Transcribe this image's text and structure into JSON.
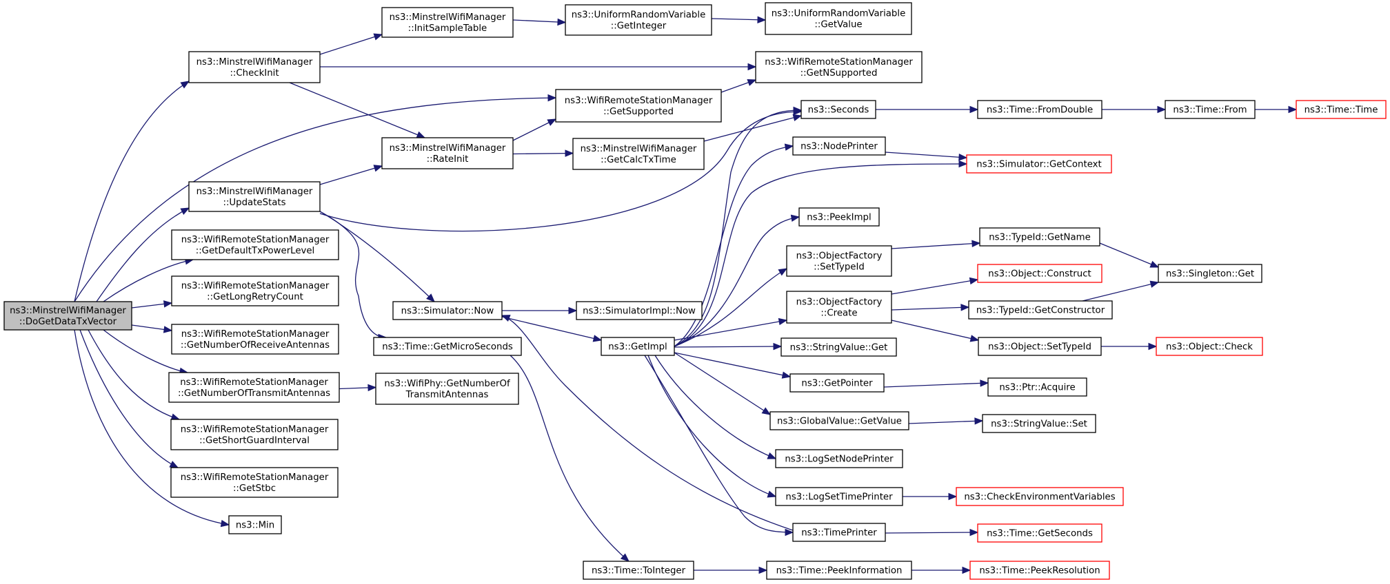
{
  "colors": {
    "edge": "#191970",
    "root_fill": "#bfbfbf",
    "node_border": "#000000",
    "incomplete_border": "#ff0000"
  },
  "nodes": {
    "root": {
      "lines": [
        "ns3::MinstrelWifiManager",
        "::DoGetDataTxVector"
      ],
      "style": "root"
    },
    "checkInit": {
      "lines": [
        "ns3::MinstrelWifiManager",
        "::CheckInit"
      ]
    },
    "updateStats": {
      "lines": [
        "ns3::MinstrelWifiManager",
        "::UpdateStats"
      ]
    },
    "getDefaultTxPowerLevel": {
      "lines": [
        "ns3::WifiRemoteStationManager",
        "::GetDefaultTxPowerLevel"
      ]
    },
    "getLongRetryCount": {
      "lines": [
        "ns3::WifiRemoteStationManager",
        "::GetLongRetryCount"
      ]
    },
    "getNumberOfReceiveAntennas": {
      "lines": [
        "ns3::WifiRemoteStationManager",
        "::GetNumberOfReceiveAntennas"
      ]
    },
    "getNumberOfTransmitAntennas": {
      "lines": [
        "ns3::WifiRemoteStationManager",
        "::GetNumberOfTransmitAntennas"
      ]
    },
    "getShortGuardInterval": {
      "lines": [
        "ns3::WifiRemoteStationManager",
        "::GetShortGuardInterval"
      ]
    },
    "getStbc": {
      "lines": [
        "ns3::WifiRemoteStationManager",
        "::GetStbc"
      ]
    },
    "min": {
      "lines": [
        "ns3::Min"
      ]
    },
    "initSampleTable": {
      "lines": [
        "ns3::MinstrelWifiManager",
        "::InitSampleTable"
      ]
    },
    "rateInit": {
      "lines": [
        "ns3::MinstrelWifiManager",
        "::RateInit"
      ]
    },
    "simulatorNow": {
      "lines": [
        "ns3::Simulator::Now"
      ]
    },
    "getMicroSeconds": {
      "lines": [
        "ns3::Time::GetMicroSeconds"
      ]
    },
    "phyGetNumberOfTransmitAntennas": {
      "lines": [
        "ns3::WifiPhy::GetNumberOf",
        "TransmitAntennas"
      ]
    },
    "uniformGetInteger": {
      "lines": [
        "ns3::UniformRandomVariable",
        "::GetInteger"
      ]
    },
    "getSupported": {
      "lines": [
        "ns3::WifiRemoteStationManager",
        "::GetSupported"
      ]
    },
    "getCalcTxTime": {
      "lines": [
        "ns3::MinstrelWifiManager",
        "::GetCalcTxTime"
      ]
    },
    "simulatorImplNow": {
      "lines": [
        "ns3::SimulatorImpl::Now"
      ]
    },
    "getImpl": {
      "lines": [
        "ns3::GetImpl"
      ]
    },
    "toInteger": {
      "lines": [
        "ns3::Time::ToInteger"
      ]
    },
    "uniformGetValue": {
      "lines": [
        "ns3::UniformRandomVariable",
        "::GetValue"
      ]
    },
    "getNSupported": {
      "lines": [
        "ns3::WifiRemoteStationManager",
        "::GetNSupported"
      ]
    },
    "seconds": {
      "lines": [
        "ns3::Seconds"
      ]
    },
    "nodePrinter": {
      "lines": [
        "ns3::NodePrinter"
      ]
    },
    "peekImpl": {
      "lines": [
        "ns3::PeekImpl"
      ]
    },
    "objectFactorySetTypeId": {
      "lines": [
        "ns3::ObjectFactory",
        "::SetTypeId"
      ]
    },
    "objectFactoryCreate": {
      "lines": [
        "ns3::ObjectFactory",
        "::Create"
      ]
    },
    "stringValueGet": {
      "lines": [
        "ns3::StringValue::Get"
      ]
    },
    "getPointer": {
      "lines": [
        "ns3::GetPointer"
      ]
    },
    "globalValueGetValue": {
      "lines": [
        "ns3::GlobalValue::GetValue"
      ]
    },
    "logSetNodePrinter": {
      "lines": [
        "ns3::LogSetNodePrinter"
      ]
    },
    "logSetTimePrinter": {
      "lines": [
        "ns3::LogSetTimePrinter"
      ]
    },
    "timePrinter": {
      "lines": [
        "ns3::TimePrinter"
      ]
    },
    "peekInformation": {
      "lines": [
        "ns3::Time::PeekInformation"
      ]
    },
    "fromDouble": {
      "lines": [
        "ns3::Time::FromDouble"
      ]
    },
    "getContext": {
      "lines": [
        "ns3::Simulator::GetContext"
      ],
      "style": "incomplete"
    },
    "typeIdGetName": {
      "lines": [
        "ns3::TypeId::GetName"
      ]
    },
    "objectConstruct": {
      "lines": [
        "ns3::Object::Construct"
      ],
      "style": "incomplete"
    },
    "typeIdGetConstructor": {
      "lines": [
        "ns3::TypeId::GetConstructor"
      ]
    },
    "objectSetTypeId": {
      "lines": [
        "ns3::Object::SetTypeId"
      ]
    },
    "ptrAcquire": {
      "lines": [
        "ns3::Ptr::Acquire"
      ]
    },
    "stringValueSet": {
      "lines": [
        "ns3::StringValue::Set"
      ]
    },
    "checkEnvironmentVariables": {
      "lines": [
        "ns3::CheckEnvironmentVariables"
      ],
      "style": "incomplete"
    },
    "getSeconds": {
      "lines": [
        "ns3::Time::GetSeconds"
      ],
      "style": "incomplete"
    },
    "peekResolution": {
      "lines": [
        "ns3::Time::PeekResolution"
      ],
      "style": "incomplete"
    },
    "timeFrom": {
      "lines": [
        "ns3::Time::From"
      ]
    },
    "singletonGet": {
      "lines": [
        "ns3::Singleton::Get"
      ]
    },
    "objectCheck": {
      "lines": [
        "ns3::Object::Check"
      ],
      "style": "incomplete"
    },
    "timeTime": {
      "lines": [
        "ns3::Time::Time"
      ],
      "style": "incomplete"
    }
  },
  "edges": [
    [
      "root",
      "checkInit"
    ],
    [
      "root",
      "updateStats"
    ],
    [
      "root",
      "getDefaultTxPowerLevel"
    ],
    [
      "root",
      "getLongRetryCount"
    ],
    [
      "root",
      "getNumberOfReceiveAntennas"
    ],
    [
      "root",
      "getNumberOfTransmitAntennas"
    ],
    [
      "root",
      "getShortGuardInterval"
    ],
    [
      "root",
      "getStbc"
    ],
    [
      "root",
      "min"
    ],
    [
      "root",
      "getSupported"
    ],
    [
      "checkInit",
      "initSampleTable"
    ],
    [
      "checkInit",
      "getNSupported"
    ],
    [
      "checkInit",
      "rateInit"
    ],
    [
      "initSampleTable",
      "uniformGetInteger"
    ],
    [
      "uniformGetInteger",
      "uniformGetValue"
    ],
    [
      "getSupported",
      "getNSupported"
    ],
    [
      "rateInit",
      "getSupported"
    ],
    [
      "rateInit",
      "getCalcTxTime"
    ],
    [
      "getCalcTxTime",
      "seconds"
    ],
    [
      "updateStats",
      "rateInit"
    ],
    [
      "updateStats",
      "seconds"
    ],
    [
      "updateStats",
      "simulatorNow"
    ],
    [
      "updateStats",
      "getMicroSeconds"
    ],
    [
      "getNumberOfTransmitAntennas",
      "phyGetNumberOfTransmitAntennas"
    ],
    [
      "simulatorNow",
      "simulatorImplNow"
    ],
    [
      "simulatorNow",
      "getImpl"
    ],
    [
      "getMicroSeconds",
      "toInteger"
    ],
    [
      "toInteger",
      "peekInformation"
    ],
    [
      "peekInformation",
      "peekResolution"
    ],
    [
      "seconds",
      "fromDouble"
    ],
    [
      "fromDouble",
      "timeFrom"
    ],
    [
      "timeFrom",
      "timeTime"
    ],
    [
      "getImpl",
      "seconds"
    ],
    [
      "getImpl",
      "nodePrinter"
    ],
    [
      "getImpl",
      "getContext"
    ],
    [
      "getImpl",
      "peekImpl"
    ],
    [
      "getImpl",
      "objectFactorySetTypeId"
    ],
    [
      "getImpl",
      "objectFactoryCreate"
    ],
    [
      "getImpl",
      "stringValueGet"
    ],
    [
      "getImpl",
      "getPointer"
    ],
    [
      "getImpl",
      "globalValueGetValue"
    ],
    [
      "getImpl",
      "logSetNodePrinter"
    ],
    [
      "getImpl",
      "logSetTimePrinter"
    ],
    [
      "getImpl",
      "timePrinter"
    ],
    [
      "nodePrinter",
      "getContext"
    ],
    [
      "objectFactorySetTypeId",
      "typeIdGetName"
    ],
    [
      "objectFactoryCreate",
      "objectConstruct"
    ],
    [
      "objectFactoryCreate",
      "typeIdGetConstructor"
    ],
    [
      "objectFactoryCreate",
      "objectSetTypeId"
    ],
    [
      "typeIdGetName",
      "singletonGet"
    ],
    [
      "typeIdGetConstructor",
      "singletonGet"
    ],
    [
      "objectSetTypeId",
      "objectCheck"
    ],
    [
      "getPointer",
      "ptrAcquire"
    ],
    [
      "globalValueGetValue",
      "stringValueSet"
    ],
    [
      "logSetTimePrinter",
      "checkEnvironmentVariables"
    ],
    [
      "timePrinter",
      "getSeconds"
    ],
    [
      "timePrinter",
      "simulatorNow"
    ]
  ]
}
